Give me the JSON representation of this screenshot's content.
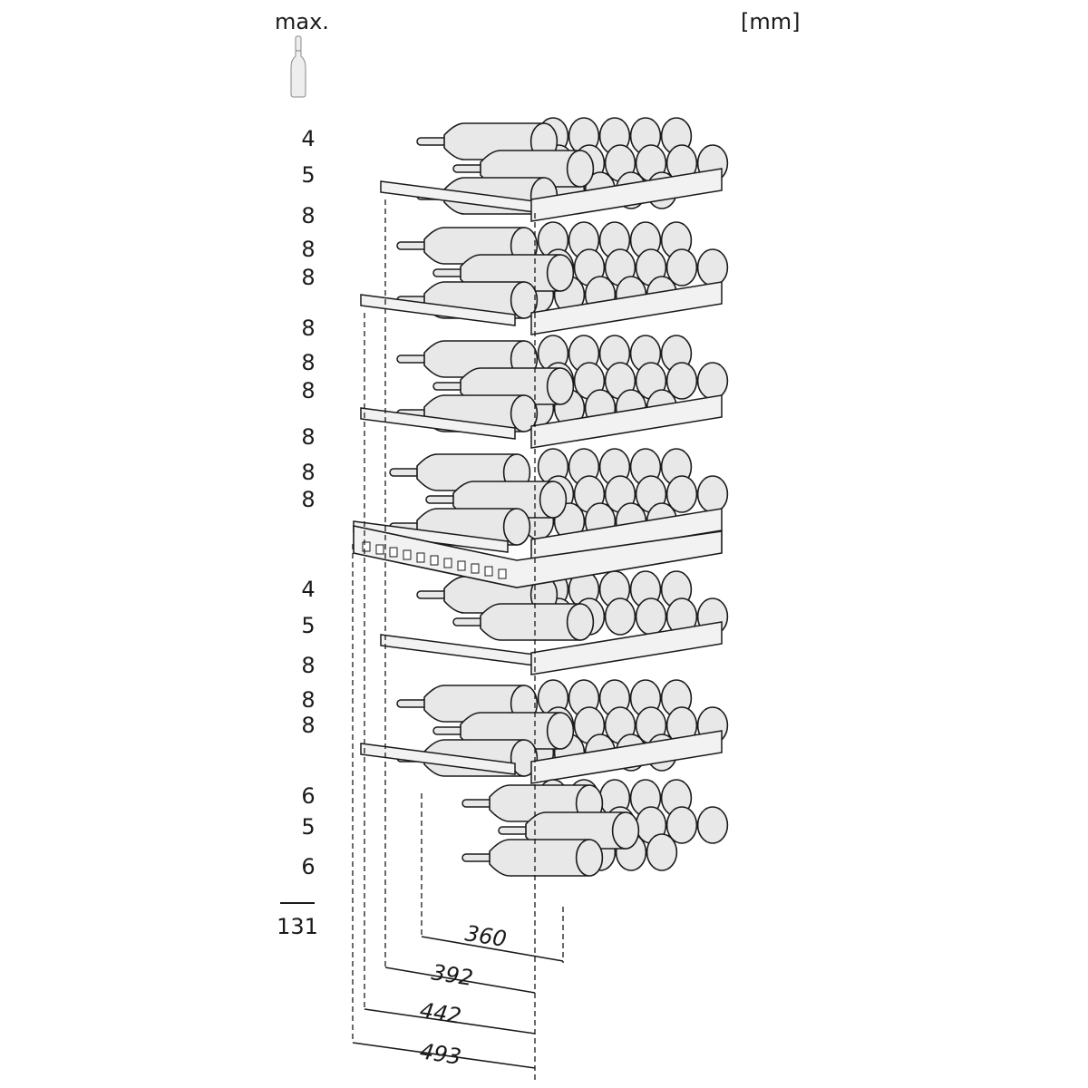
{
  "header": {
    "max_label": "max.",
    "unit_label": "[mm]"
  },
  "bottle_icon": "wine-bottle-icon",
  "shelf_counts": [
    "4",
    "5",
    "8",
    "8",
    "8",
    "8",
    "8",
    "8",
    "8",
    "8",
    "8",
    "4",
    "5",
    "8",
    "8",
    "8",
    "6",
    "5",
    "6"
  ],
  "total": "131",
  "depth_dimensions": [
    "360",
    "392",
    "442",
    "493"
  ],
  "colors": {
    "line": "#1a1a1a",
    "bottle_fill": "#e8e8e8",
    "shelf_fill": "#f2f2f2"
  }
}
